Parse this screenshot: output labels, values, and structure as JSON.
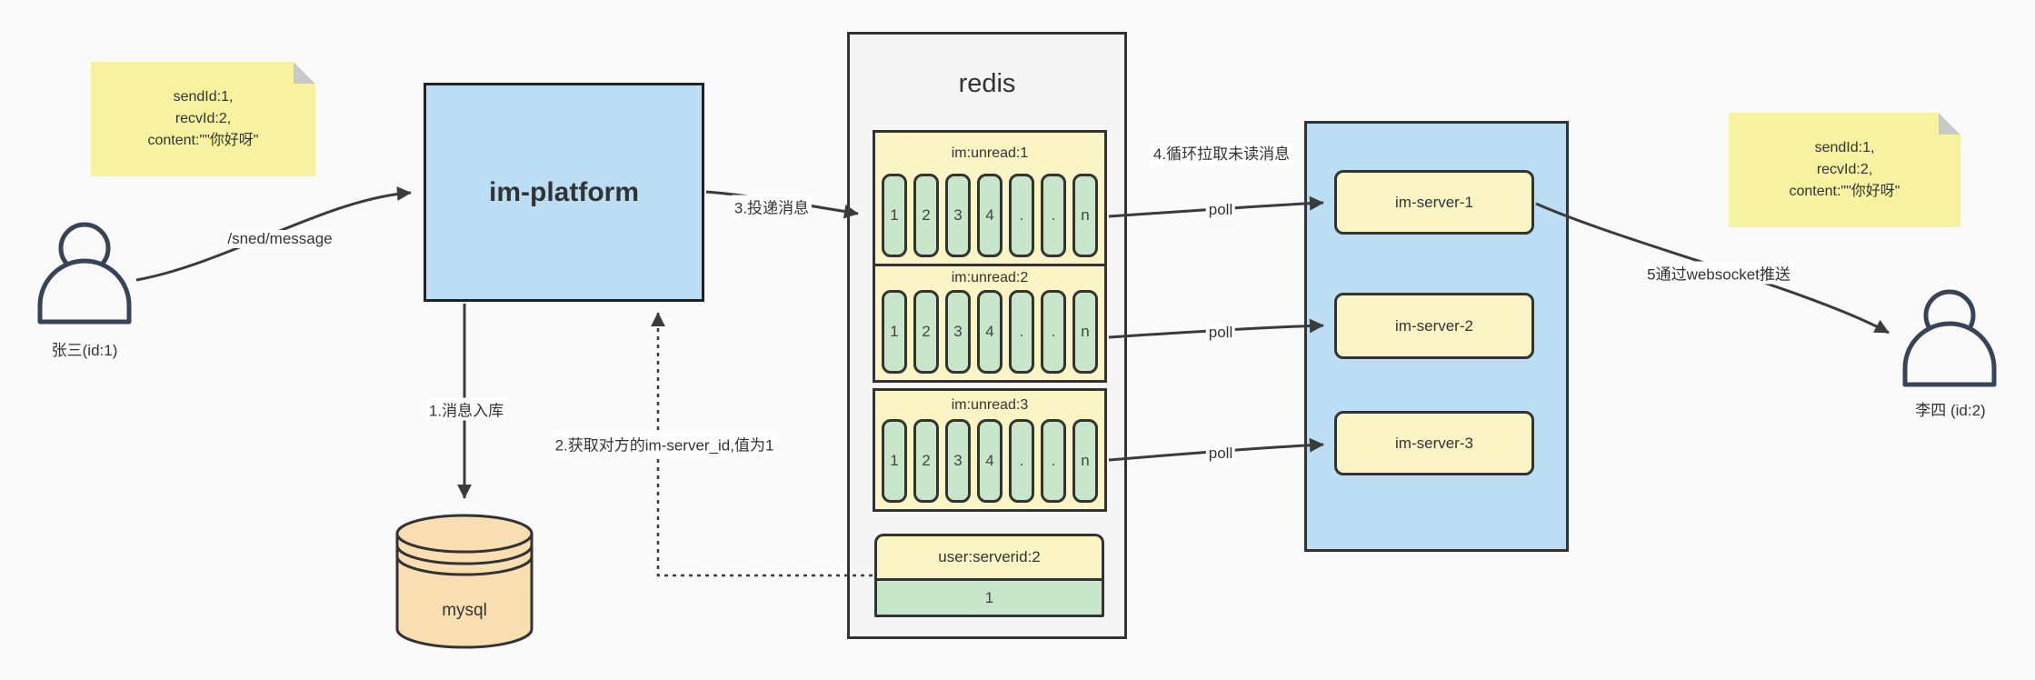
{
  "colors": {
    "background": "#FAFAFA",
    "note_yellow": "#F6F2A0",
    "note_fold_gray": "#C9C9C9",
    "box_blue": "#BCDEF5",
    "box_yellow": "#FBF5C6",
    "cell_green": "#C8E6C9",
    "db_tan": "#F8DEB0",
    "container_gray": "#F5F5F5",
    "border_dark": "#333333",
    "line_dark": "#3B3B3B",
    "person_stroke": "#374357"
  },
  "sticky_note_left": {
    "lines": [
      "sendId:1,",
      "recvId:2,",
      "content:\"\"你好呀\""
    ]
  },
  "sticky_note_right": {
    "lines": [
      "sendId:1,",
      "recvId:2,",
      "content:\"\"你好呀\""
    ]
  },
  "sender": {
    "label": "张三(id:1)"
  },
  "receiver": {
    "label": "李四 (id:2)"
  },
  "platform": {
    "label": "im-platform"
  },
  "database": {
    "label": "mysql"
  },
  "redis": {
    "title": "redis",
    "queues": [
      {
        "header": "im:unread:1",
        "cells": [
          "1",
          "2",
          "3",
          "4",
          ".",
          ".",
          "n"
        ]
      },
      {
        "header": "im:unread:2",
        "cells": [
          "1",
          "2",
          "3",
          "4",
          ".",
          ".",
          "n"
        ]
      },
      {
        "header": "im:unread:3",
        "cells": [
          "1",
          "2",
          "3",
          "4",
          ".",
          ".",
          "n"
        ]
      }
    ],
    "mapping": {
      "header": "user:serverid:2",
      "value": "1"
    }
  },
  "server_cluster": {
    "servers": [
      {
        "label": "im-server-1"
      },
      {
        "label": "im-server-2"
      },
      {
        "label": "im-server-3"
      }
    ]
  },
  "edges": {
    "send_label": "/sned/message",
    "store_label": "1.消息入库",
    "get_server_id_label": "2.获取对方的im-server_id,值为1",
    "deliver_label": "3.投递消息",
    "poll_loop_label": "4.循环拉取未读消息",
    "poll_label": "poll",
    "push_label": "5通过websocket推送"
  }
}
